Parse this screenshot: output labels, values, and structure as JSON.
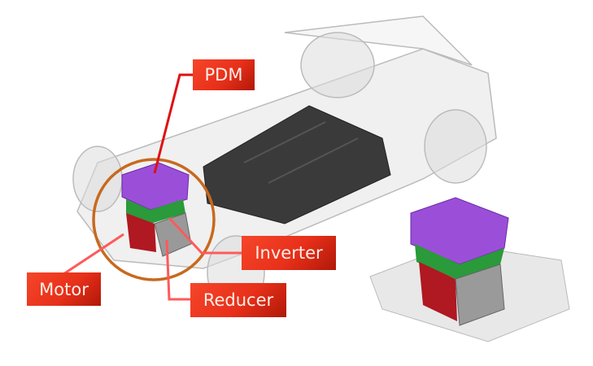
{
  "labels": {
    "pdm": "PDM",
    "inverter": "Inverter",
    "motor": "Motor",
    "reducer": "Reducer"
  },
  "colors": {
    "label_bg": "#e8301a",
    "leader": "#ff5a5a",
    "pdm_leader": "#e01010",
    "highlight_circle": "#c8691e",
    "pdm": "#9b4fd8",
    "inverter": "#2a9a3a",
    "motor": "#b01822",
    "battery": "#3a3a3a"
  }
}
